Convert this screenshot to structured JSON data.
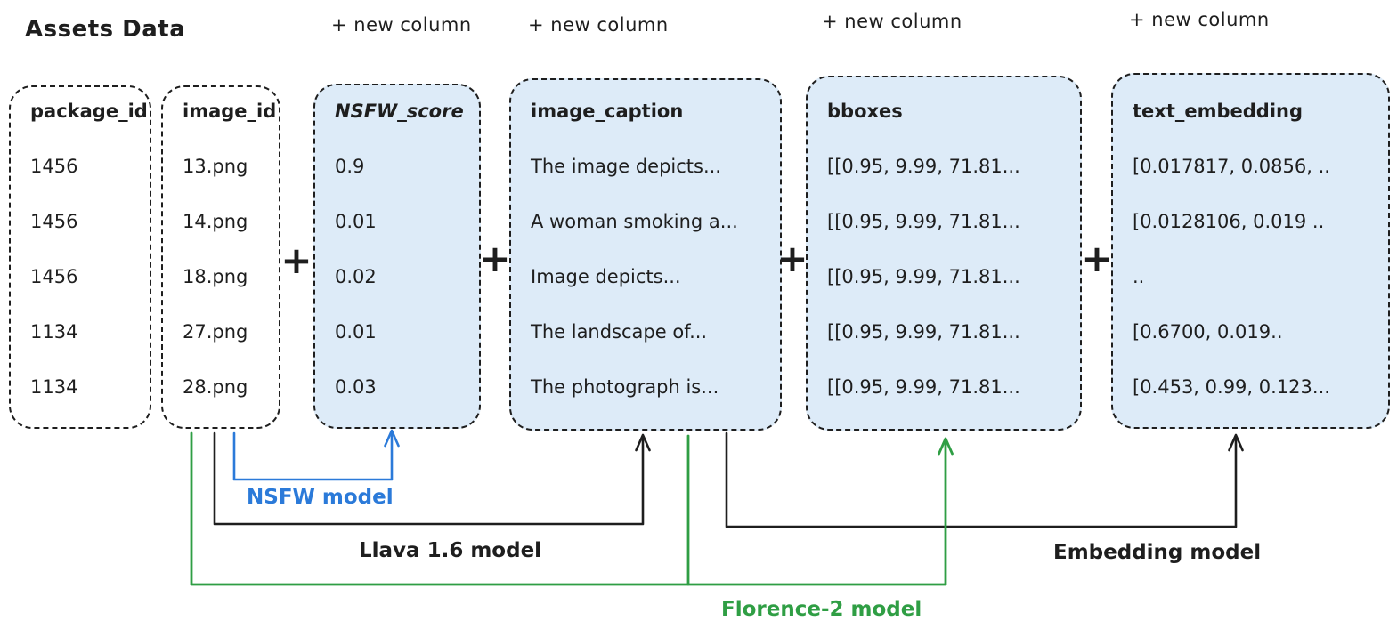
{
  "title": "Assets Data",
  "new_column_label": "+ new column",
  "plus_sign": "+",
  "tables": [
    {
      "header": "package_id",
      "rows": [
        "1456",
        "1456",
        "1456",
        "1134",
        "1134"
      ]
    },
    {
      "header": "image_id",
      "rows": [
        "13.png",
        "14.png",
        "18.png",
        "27.png",
        "28.png"
      ]
    },
    {
      "header": "NSFW_score",
      "rows": [
        "0.9",
        "0.01",
        "0.02",
        "0.01",
        "0.03"
      ]
    },
    {
      "header": "image_caption",
      "rows": [
        "The image depicts...",
        "A woman smoking a...",
        "Image depicts...",
        "The landscape of...",
        "The photograph is..."
      ]
    },
    {
      "header": "bboxes",
      "rows": [
        "[[0.95, 9.99, 71.81...",
        "[[0.95, 9.99, 71.81...",
        "[[0.95, 9.99, 71.81...",
        "[[0.95, 9.99, 71.81...",
        "[[0.95, 9.99, 71.81..."
      ]
    },
    {
      "header": "text_embedding",
      "rows": [
        "[0.017817, 0.0856, ..",
        "[0.0128106, 0.019 ..",
        "..",
        "[0.6700, 0.019..",
        "[0.453, 0.99, 0.123..."
      ]
    }
  ],
  "models": [
    {
      "name": "NSFW model",
      "color": "#2b7ad9"
    },
    {
      "name": "Llava 1.6 model",
      "color": "#1e1e1e"
    },
    {
      "name": "Embedding model",
      "color": "#1e1e1e"
    },
    {
      "name": "Florence-2 model",
      "color": "#2f9e44"
    }
  ],
  "colors": {
    "box_fill": "#ddebf8",
    "stroke": "#1e1e1e",
    "blue_accent": "#2b7ad9",
    "green_accent": "#2f9e44"
  }
}
